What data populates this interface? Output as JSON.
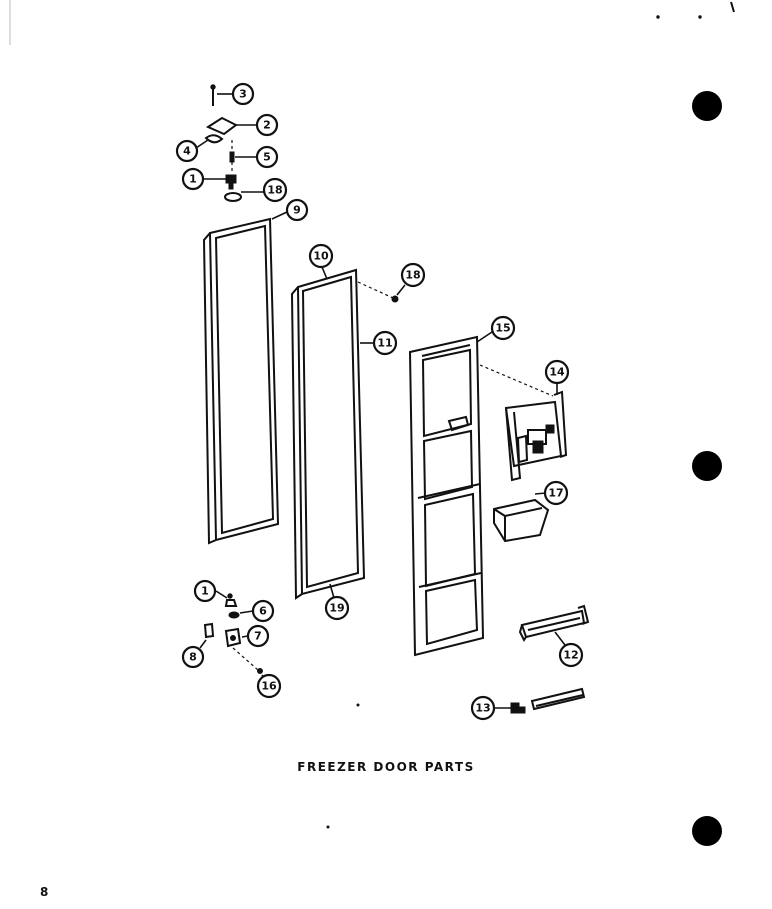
{
  "caption": "FREEZER DOOR PARTS",
  "page_number": "8",
  "callouts": [
    "1",
    "2",
    "3",
    "4",
    "5",
    "6",
    "7",
    "8",
    "9",
    "10",
    "11",
    "12",
    "13",
    "14",
    "15",
    "16",
    "17",
    "18",
    "19"
  ],
  "colors": {
    "ink": "#111111",
    "paper": "#ffffff"
  }
}
